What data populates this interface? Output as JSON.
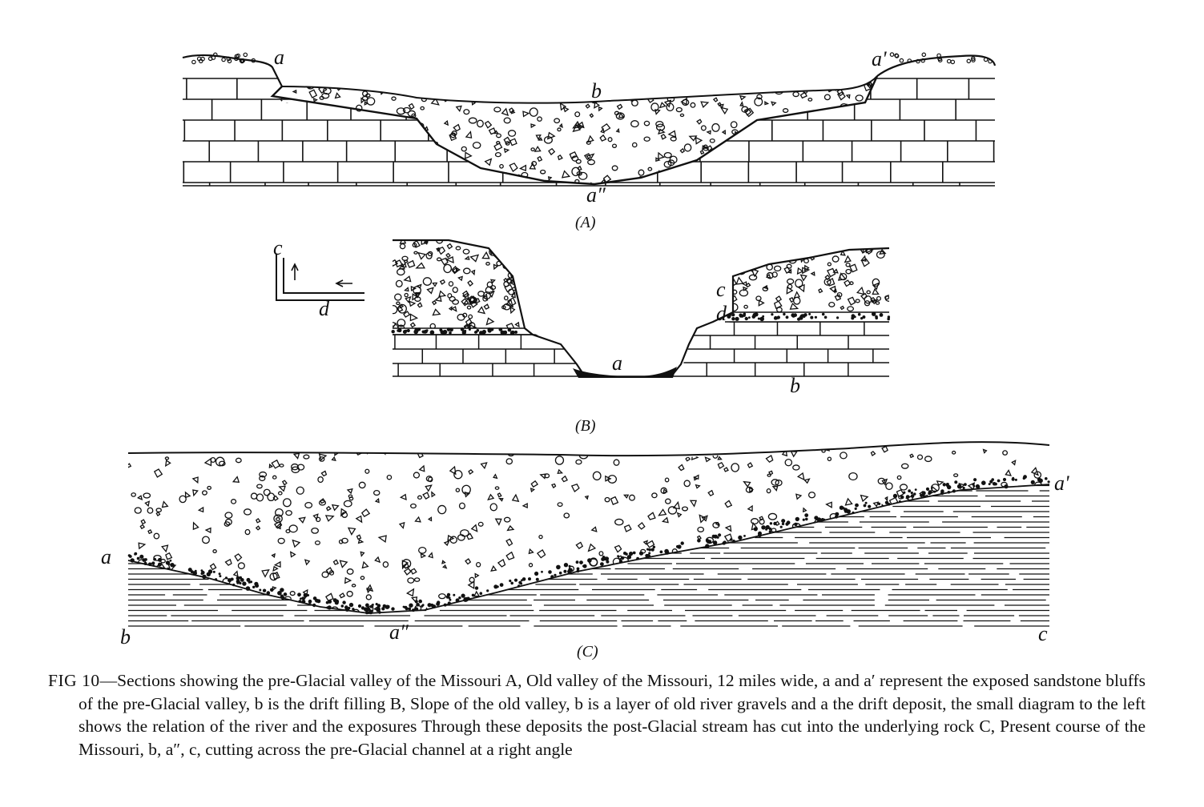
{
  "panels": [
    {
      "id": "A",
      "label": "(A)"
    },
    {
      "id": "B",
      "label": "(B)"
    },
    {
      "id": "C",
      "label": "(C)"
    }
  ],
  "labels": {
    "A": [
      "a",
      "a'",
      "b",
      "a″"
    ],
    "B": [
      "c",
      "d",
      "a",
      "b",
      "c",
      "d"
    ],
    "C": [
      "a",
      "a'",
      "b",
      "a″",
      "c"
    ]
  },
  "caption": {
    "figure_no": "FIG 10",
    "text": "—Sections showing the pre-Glacial valley of the Missouri   A, Old valley of the Missouri, 12 miles wide, a and a′ represent the exposed sandstone bluffs of the pre-Glacial valley, b is the drift filling   B, Slope of the old valley, b is a layer of old river gravels and a the drift deposit, the small diagram to the left shows the relation of the river and the exposures   Through these deposits the post-Glacial stream has cut into the underlying rock   C, Present course of the Missouri, b, a″, c, cutting across the pre-Glacial channel at a right angle"
  }
}
